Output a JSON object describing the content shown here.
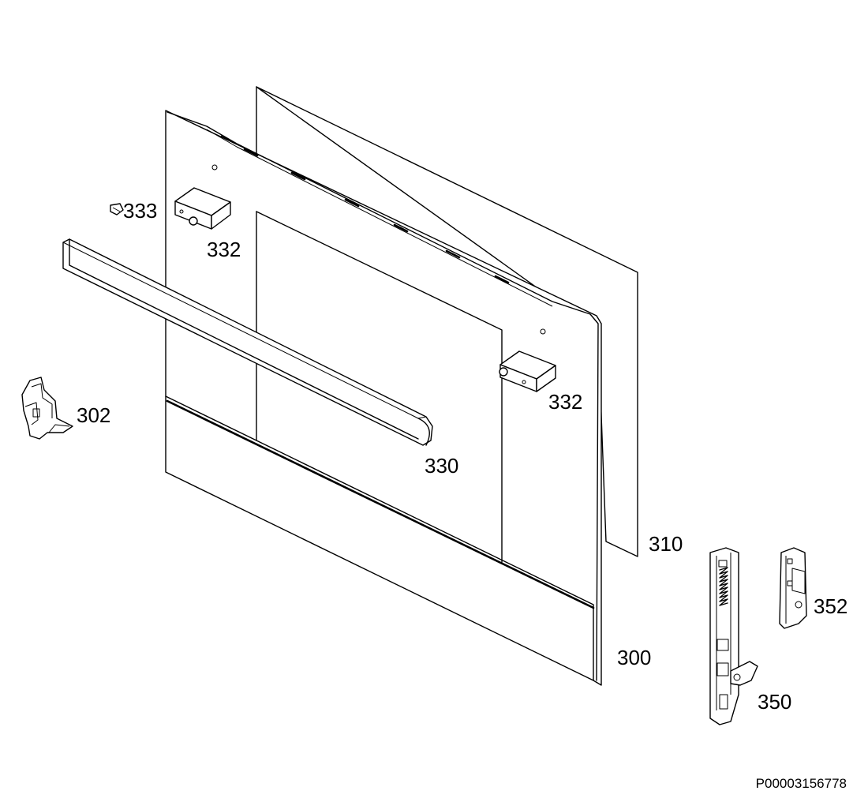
{
  "part_labels": {
    "p333": "333",
    "p332a": "332",
    "p332b": "332",
    "p302": "302",
    "p330": "330",
    "p310": "310",
    "p352": "352",
    "p300": "300",
    "p350": "350"
  },
  "drawing_code": "P00003156778"
}
